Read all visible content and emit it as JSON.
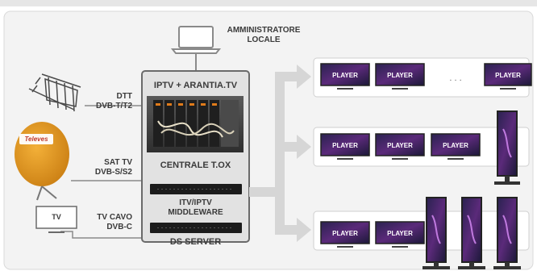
{
  "admin": {
    "line1": "AMMINISTRATORE",
    "line2": "LOCALE",
    "icon": "laptop-icon"
  },
  "central": {
    "title": "IPTV + ARANTIA.TV",
    "tox_label": "CENTRALE T.OX",
    "middleware_line1": "ITV/IPTV",
    "middleware_line2": "MIDDLEWARE",
    "ds_server_label": "DS SERVER"
  },
  "inputs": {
    "dtt": {
      "line1": "DTT",
      "line2": "DVB-T/T2",
      "icon": "dtt-antenna-icon"
    },
    "sat": {
      "line1": "SAT TV",
      "line2": "DVB-S/S2",
      "brand": "Televes",
      "icon": "satellite-dish-icon"
    },
    "tv_cavo": {
      "line1": "TV CAVO",
      "line2": "DVB-C",
      "icon_text": "TV",
      "icon": "tv-icon"
    }
  },
  "players": {
    "label": "PLAYER",
    "ellipsis": ". . .",
    "icon": "totem-display-icon"
  },
  "colors": {
    "frame": "#f3f3f3",
    "text": "#3a3a3a",
    "arrow": "#d6d6d6",
    "dish": "#e09a24"
  }
}
